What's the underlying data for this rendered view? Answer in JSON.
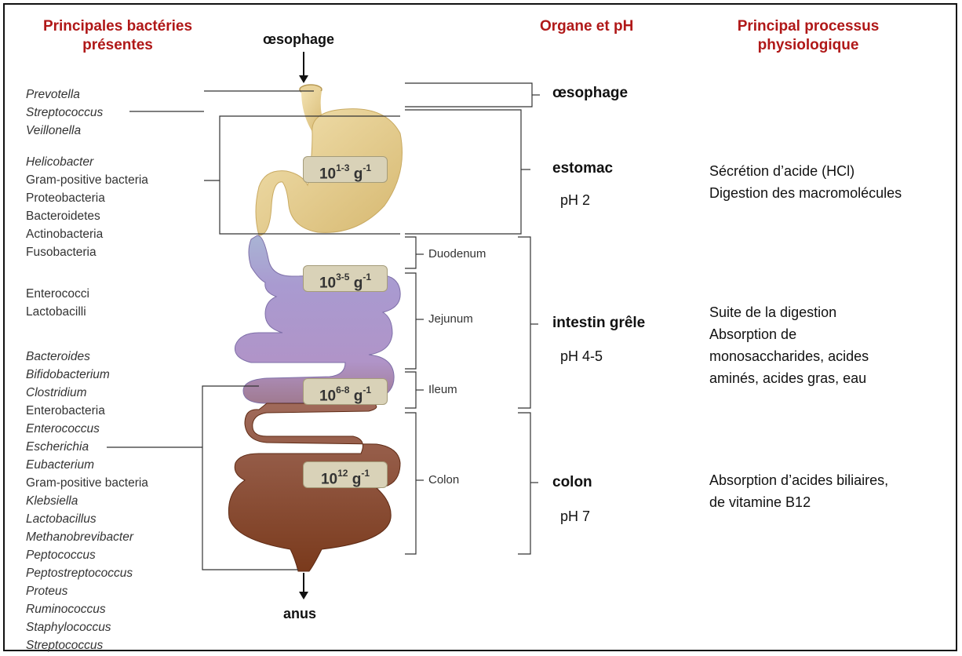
{
  "headers": {
    "bacteria": "Principales bactéries présentes",
    "organ_ph": "Organe et pH",
    "process": "Principal processus physiologique"
  },
  "top_label": "œsophage",
  "bottom_label": "anus",
  "bacteria_groups": [
    {
      "items": [
        "Prevotella",
        "Streptococcus",
        "Veillonella"
      ]
    },
    {
      "items": [
        "Helicobacter",
        "Gram-positive bacteria",
        "Proteobacteria",
        "Bacteroidetes",
        "Actinobacteria",
        "Fusobacteria"
      ]
    },
    {
      "items": [
        "Enterococci",
        "Lactobacilli"
      ]
    },
    {
      "items": [
        "Bacteroides",
        "Bifidobacterium",
        "Clostridium",
        "Enterobacteria",
        "Enterococcus",
        "Escherichia",
        "Eubacterium",
        "Gram-positive bacteria",
        "Klebsiella",
        "Lactobacillus",
        "Methanobrevibacter",
        "Peptococcus",
        "Peptostreptococcus",
        "Proteus",
        "Ruminococcus",
        "Staphylococcus",
        "Streptococcus"
      ]
    }
  ],
  "densities": [
    {
      "base": "10",
      "exp": "1-3",
      "unit": "g",
      "unit_exp": "-1"
    },
    {
      "base": "10",
      "exp": "3-5",
      "unit": "g",
      "unit_exp": "-1"
    },
    {
      "base": "10",
      "exp": "6-8",
      "unit": "g",
      "unit_exp": "-1"
    },
    {
      "base": "10",
      "exp": "12",
      "unit": "g",
      "unit_exp": "-1"
    }
  ],
  "segments": [
    "Duodenum",
    "Jejunum",
    "Ileum",
    "Colon"
  ],
  "organs": [
    {
      "name": "œsophage",
      "ph": ""
    },
    {
      "name": "estomac",
      "ph": "pH 2"
    },
    {
      "name": "intestin grêle",
      "ph": "pH 4-5"
    },
    {
      "name": "colon",
      "ph": "pH 7"
    }
  ],
  "processes": [
    {
      "lines": [
        "Sécrétion d’acide (HCl)",
        "Digestion des macromolécules"
      ]
    },
    {
      "lines": [
        "Suite de la digestion",
        "Absorption de",
        "monosaccharides, acides",
        "aminés, acides gras, eau"
      ]
    },
    {
      "lines": [
        "Absorption d’acides biliaires,",
        "de vitamine B12"
      ]
    }
  ],
  "colors": {
    "header": "#b01818",
    "stomach": "#e6cf8e",
    "small_intestine": "#a596cc",
    "colon": "#8a4524",
    "density_box": "#d9d2b8"
  }
}
